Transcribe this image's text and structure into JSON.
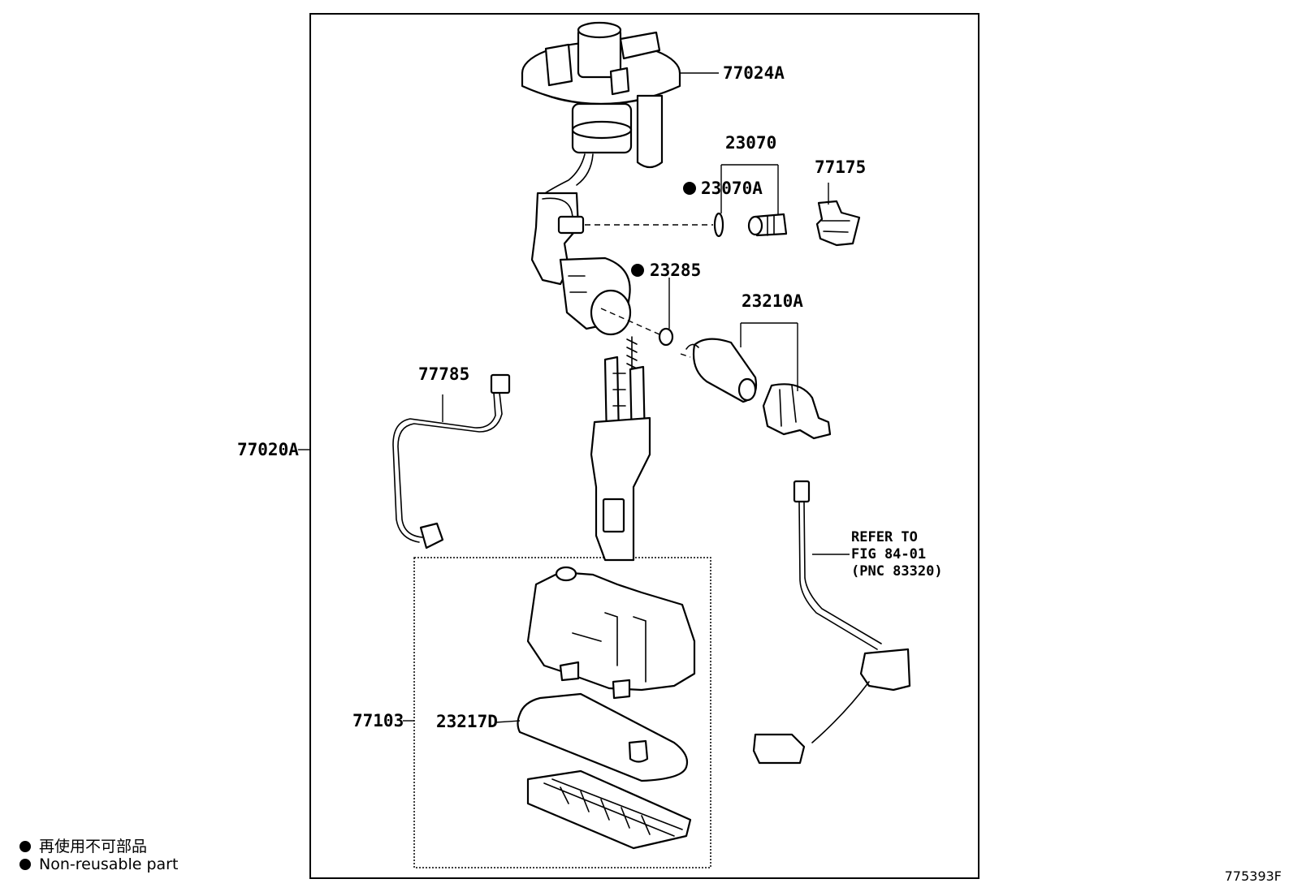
{
  "labels": {
    "p77024A": "77024A",
    "p23070": "23070",
    "p23070A": "23070A",
    "p77175": "77175",
    "p23285": "23285",
    "p23210A": "23210A",
    "p77785": "77785",
    "p77020A": "77020A",
    "p77103": "77103",
    "p23217D": "23217D"
  },
  "refer": {
    "line1": "REFER TO",
    "line2": "FIG 84-01",
    "line3": "(PNC 83320)"
  },
  "legend": {
    "japanese": "再使用不可部品",
    "english": "Non-reusable part"
  },
  "figure_id": "775393F"
}
